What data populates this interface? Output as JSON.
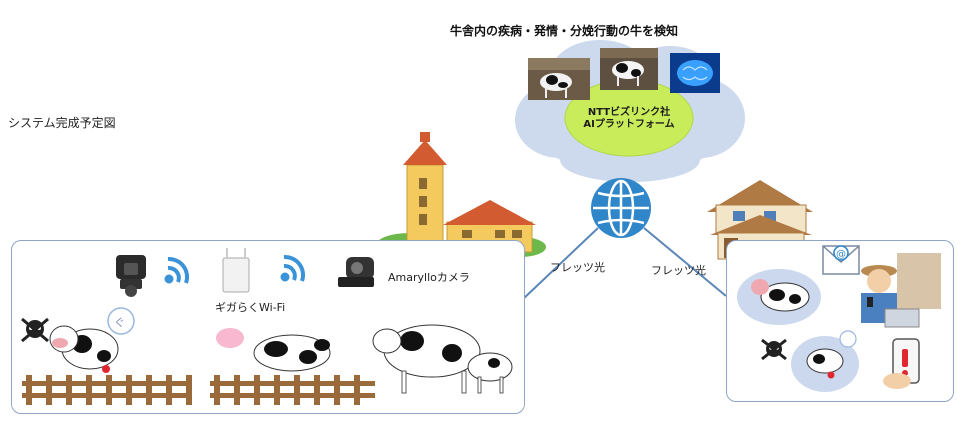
{
  "header": {
    "title": "牛舎内の疾病・発情・分娩行動の牛を検知",
    "diagram_label": "システム完成予定図"
  },
  "platform": {
    "line1": "NTTビズリンク社",
    "line2": "AIプラットフォーム"
  },
  "links": {
    "left": "フレッツ光",
    "right": "フレッツ光"
  },
  "barn": {
    "camera_label": "Amarylloカメラ",
    "wifi_label": "ギガらくWi-Fi"
  },
  "colors": {
    "panel_border": "#8fa6c8",
    "cloud": "#cdd9ec",
    "platform_green": "#c8ec5a",
    "globe": "#2f86c9",
    "alert_red": "#e0272f"
  }
}
